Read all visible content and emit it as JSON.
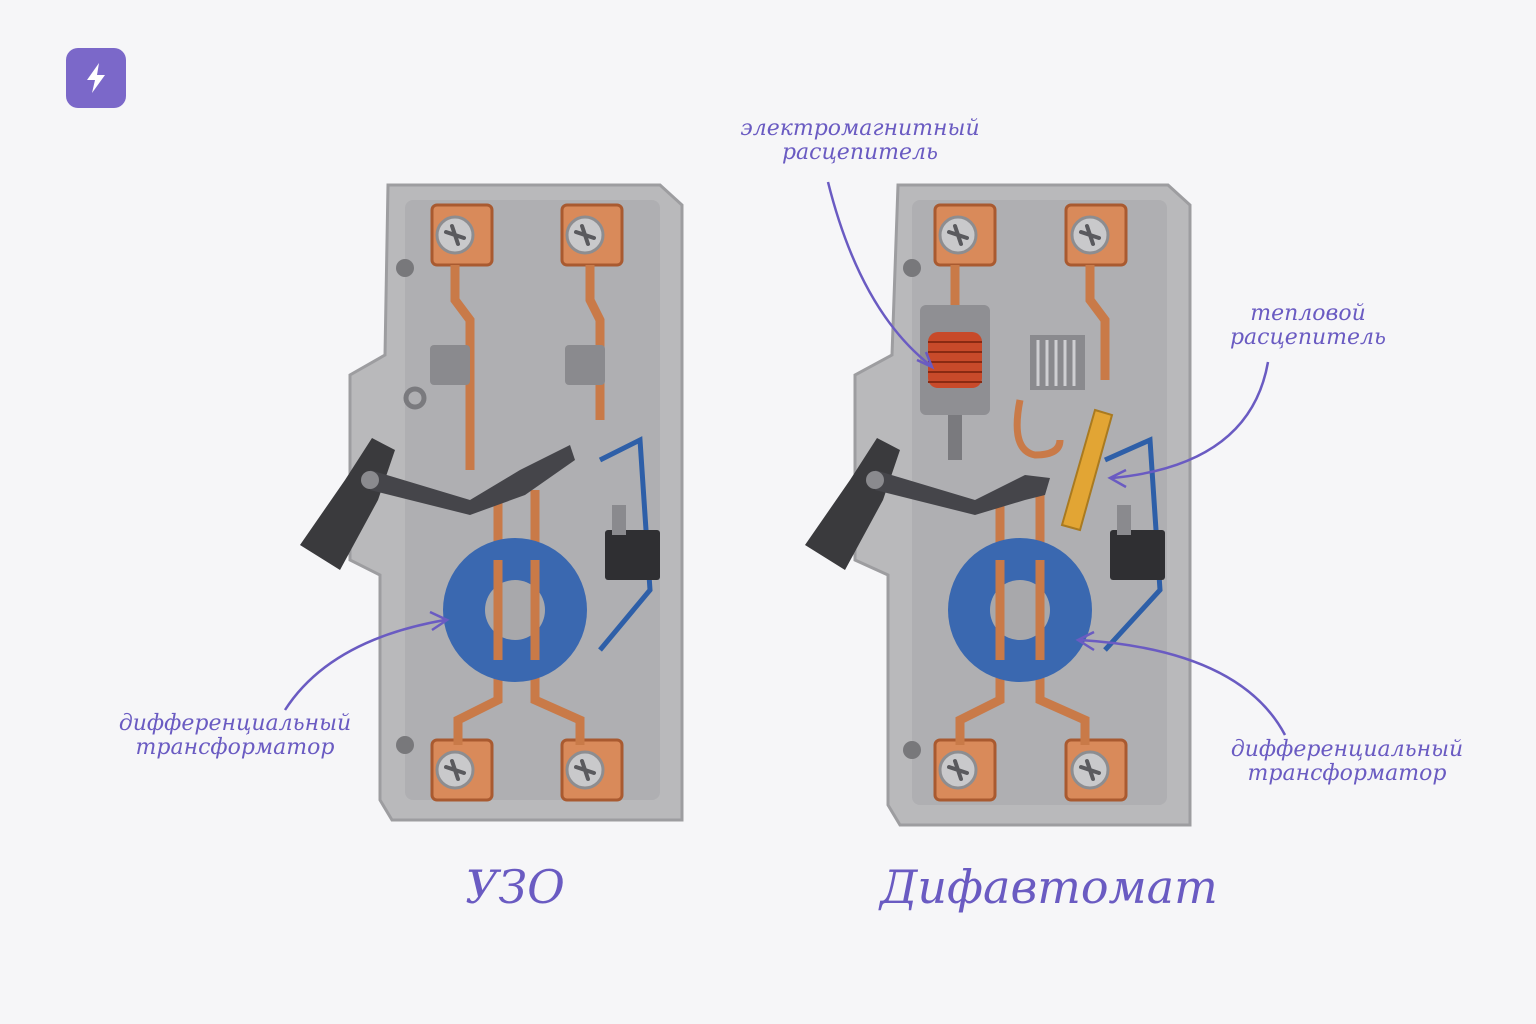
{
  "brand": {
    "icon": "lightning-icon",
    "bg": "#7b68c9"
  },
  "labels": {
    "left_transformer_line1": "дифференциальный",
    "left_transformer_line2": "трансформатор",
    "electromagnetic_line1": "электромагнитный",
    "electromagnetic_line2": "расцепитель",
    "thermal_line1": "тепловой",
    "thermal_line2": "расцепитель",
    "right_transformer_line1": "дифференциальный",
    "right_transformer_line2": "трансформатор"
  },
  "titles": {
    "left": "УЗО",
    "right": "Дифавтомат"
  },
  "colors": {
    "accent": "#6a5bc2",
    "copper": "#d98a5a",
    "toroid": "#3a68b0",
    "housing": "#b9b9bb",
    "coil": "#c84a2a",
    "bimetal": "#e2a534"
  }
}
